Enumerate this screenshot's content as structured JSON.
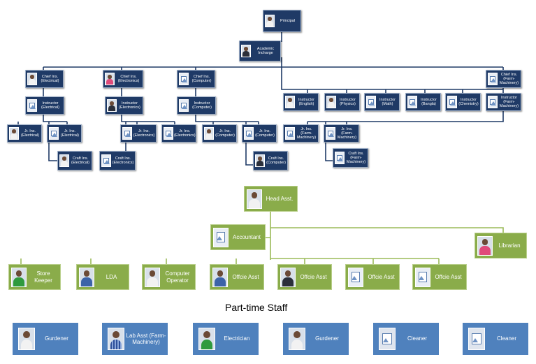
{
  "diagram": {
    "principal": "Principal",
    "academic": "Academic Incharge",
    "chief_electrical": "Chief Ins. (Electrical)",
    "chief_electronics": "Chief Ins. (Electronics)",
    "chief_computer": "Chief Ins. (Computer)",
    "chief_farm": "Chief Ins. (Farm-Machinery)",
    "instr_electrical": "Instructor (Electrical)",
    "instr_electronics": "Instructor (Electronics)",
    "instr_computer": "Instructor (Computer)",
    "instr_farm": "Instructor (Farm-Machinery)",
    "instr_english": "Instructor (English)",
    "instr_physics": "Instructor (Physics)",
    "instr_math": "Instructor (Math)",
    "instr_bangla": "Instructor (Bangla)",
    "instr_chemistry": "Instructor (Chemistry)",
    "jr_electrical_1": "Jr. Ins. (Electrical)",
    "jr_electrical_2": "Jr. Ins. (Electrical)",
    "jr_electronics_1": "Jr. Ins. (Electronics)",
    "jr_electronics_2": "Jr. Ins. (Electronics)",
    "jr_computer_1": "Jr. Ins. (Computer)",
    "jr_computer_2": "Jr. Ins. (Computer)",
    "jr_farm_1": "Jr. Ins. (Farm-Machinery)",
    "jr_farm_2": "Jr. Ins. (Farm-Machinery)",
    "craft_electrical": "Craft Ins. (Electrical)",
    "craft_electronics": "Craft Ins. (Electronics)",
    "craft_computer": "Craft Ins. (Computer)",
    "craft_farm": "Craft Ins. (Farm-Machinery)"
  },
  "staff": {
    "head": "Head Asst.",
    "accountant": "Accountant",
    "librarian": "Librarian",
    "store": "Store Keeper",
    "lda": "LDA",
    "computer_operator": "Computer Operator",
    "office_1": "Offcie Asst",
    "office_2": "Offcie Asst",
    "office_3": "Offcie Asst",
    "office_4": "Offcie Asst"
  },
  "part_time": {
    "title": "Part-time Staff",
    "gardener_1": "Gurdener",
    "lab_asst": "Lab Asst (Farm-Machinery)",
    "electrician": "Electrician",
    "gardener_2": "Gurdener",
    "cleaner_1": "Cleaner",
    "cleaner_2": "Cleaner"
  },
  "colors": {
    "navy": "#1f3a66",
    "green": "#8aac4a",
    "blue": "#4f81bd"
  }
}
